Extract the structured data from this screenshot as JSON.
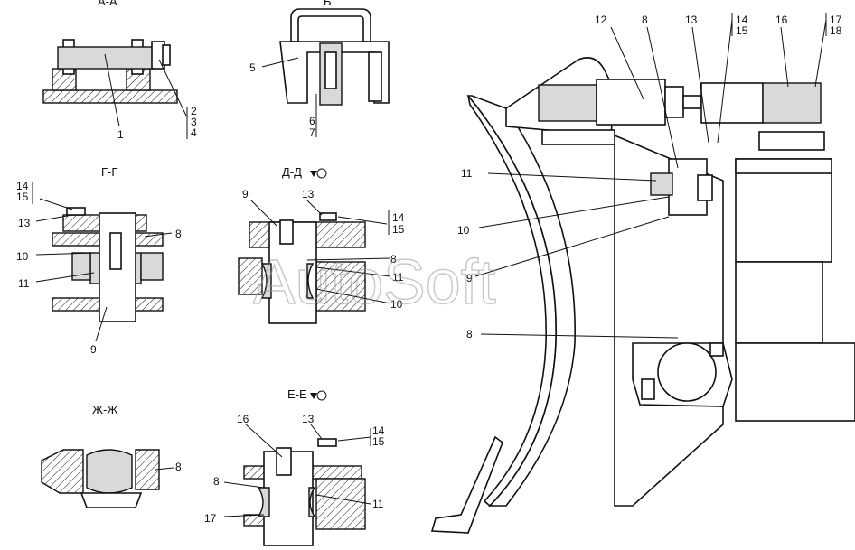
{
  "sections": {
    "aa": "А-А",
    "b": "Б",
    "gg": "Г-Г",
    "dd": "Д-Д",
    "zz": "Ж-Ж",
    "ee": "Е-Е"
  },
  "watermark": "AutoSoft",
  "labels": {
    "aa_1": "1",
    "aa_2": "2",
    "aa_3": "3",
    "aa_4": "4",
    "b_5": "5",
    "b_6": "6",
    "b_7": "7",
    "gg_14": "14",
    "gg_15": "15",
    "gg_13": "13",
    "gg_8": "8",
    "gg_10": "10",
    "gg_11": "11",
    "gg_9": "9",
    "dd_9": "9",
    "dd_13": "13",
    "dd_14": "14",
    "dd_15": "15",
    "dd_8": "8",
    "dd_11": "11",
    "dd_10": "10",
    "zz_8": "8",
    "ee_16": "16",
    "ee_13": "13",
    "ee_14": "14",
    "ee_15": "15",
    "ee_8": "8",
    "ee_11": "11",
    "ee_17": "17",
    "m_12": "12",
    "m_8a": "8",
    "m_13": "13",
    "m_14": "14",
    "m_15": "15",
    "m_16": "16",
    "m_17": "17",
    "m_18": "18",
    "m_11": "11",
    "m_10": "10",
    "m_9": "9",
    "m_8b": "8"
  }
}
